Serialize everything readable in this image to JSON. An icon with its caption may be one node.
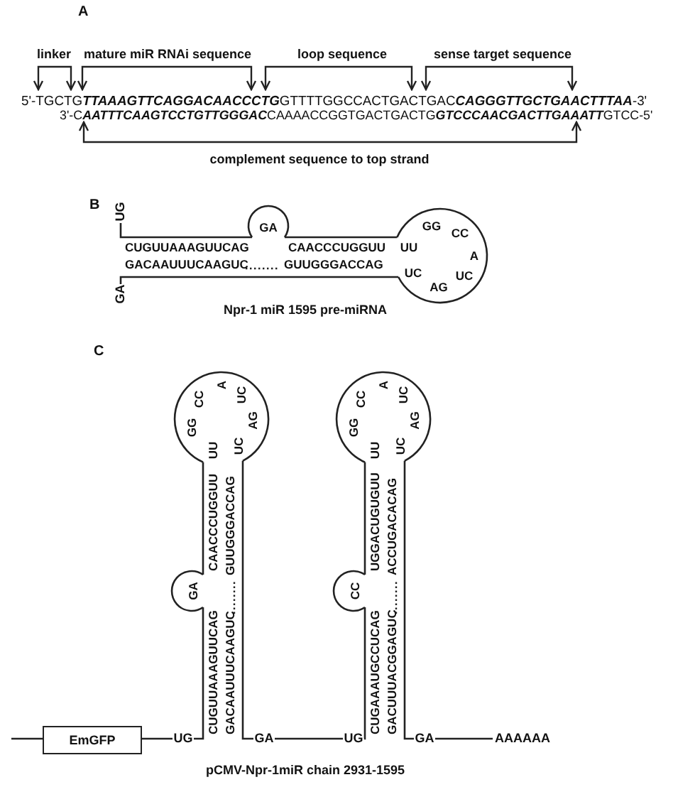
{
  "diagram": {
    "nodes": [
      {
        "text": [
          "UG"
        ]
      },
      {
        "text": [
          "GA"
        ]
      },
      {
        "text": [
          "UU",
          "GG",
          "CC",
          "A",
          "UC",
          "AG",
          "UC"
        ]
      },
      {
        "text": [
          "GA"
        ]
      },
      {
        "text": [
          "UU",
          "GG",
          "CC",
          "A",
          "UC",
          "AG",
          "UC"
        ]
      },
      {
        "text": [
          "GA"
        ]
      },
      {
        "text": [
          "UU",
          "GG",
          "CC",
          "A",
          "UC",
          "AG",
          "UC"
        ]
      },
      {
        "text": [
          "CC"
        ]
      },
      {
        "text": [
          "EmGFP"
        ]
      },
      {
        "text": [
          "UG"
        ]
      },
      {
        "text": [
          "GA"
        ]
      },
      {
        "text": [
          "UG"
        ]
      },
      {
        "text": [
          "GA"
        ]
      },
      {
        "text": [
          "AAAAAA"
        ]
      }
    ],
    "edges": [
      {
        "from": 0,
        "to": 1,
        "arrow": "none"
      },
      {
        "from": 1,
        "to": 2,
        "arrow": "none"
      },
      {
        "from": 2,
        "to": 3,
        "arrow": "none"
      },
      {
        "from": null,
        "to": 8,
        "arrow": "none"
      },
      {
        "from": 8,
        "to": 9,
        "arrow": "none"
      },
      {
        "from": 9,
        "to": 5,
        "arrow": "none"
      },
      {
        "from": 5,
        "to": 4,
        "arrow": "none"
      },
      {
        "from": 4,
        "to": 10,
        "arrow": "none"
      },
      {
        "from": 10,
        "to": 11,
        "arrow": "none"
      },
      {
        "from": 11,
        "to": 7,
        "arrow": "none"
      },
      {
        "from": 7,
        "to": 6,
        "arrow": "none"
      },
      {
        "from": 6,
        "to": 12,
        "arrow": "none"
      },
      {
        "from": 12,
        "to": 13,
        "arrow": "none"
      }
    ],
    "labels": [
      "A",
      "linker",
      "mature miR RNAi sequence",
      "loop sequence",
      "sense target sequence",
      "5'-TGCTG**TTAAAGTTCAGGACAACCCTG**GTTTTGGCCACTGACTGAC**CAGGGTTGCTGAACTTTAA**-3'",
      "3'-C**AATTTCAAGTCCTGTTGGGAC**CAAAACCGGTGACTGACTG**GTCCCAACGACTTGAAATT**GTCC-5'",
      "complement sequence to top strand",
      "B",
      "CUGUUAAAGUUCAG",
      "CAACCCUGGUU",
      "GACAAUUUCAAGUC",
      "GUUGGGACCAG",
      "Npr-1 miR 1595 pre-miRNA",
      "C",
      "CUGUUAAAGUUCAG",
      "CAACCCUGGUU",
      "GACAAUUUCAAGUC",
      "GUUGGGACCAG",
      "CUGAAAUGCCUCAG",
      "UGGACUGUGUU",
      "GACUUUACGGAGUC",
      "ACCUGACACAG",
      "pCMV-Npr-1miR chain 2931-1595"
    ]
  }
}
